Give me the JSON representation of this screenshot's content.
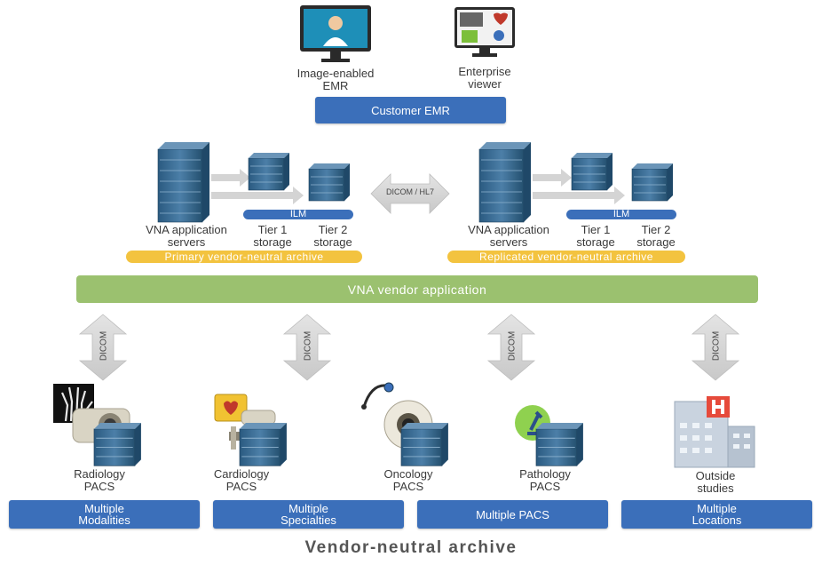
{
  "top": {
    "emr_label": "Image-enabled\nEMR",
    "viewer_label": "Enterprise\nviewer",
    "customer_bar": "Customer EMR"
  },
  "primary": {
    "servers_label": "VNA application\nservers",
    "ilm": "ILM",
    "tier1": "Tier 1\nstorage",
    "tier2": "Tier 2\nstorage",
    "banner": "Primary vendor-neutral archive"
  },
  "replicated": {
    "servers_label": "VNA application\nservers",
    "ilm": "ILM",
    "tier1": "Tier 1\nstorage",
    "tier2": "Tier 2\nstorage",
    "banner": "Replicated vendor-neutral archive"
  },
  "link_label": "DICOM / HL7",
  "vna_bar": "VNA vendor application",
  "dicom_label": "DICOM",
  "sources": [
    {
      "label": "Radiology\nPACS"
    },
    {
      "label": "Cardiology\nPACS"
    },
    {
      "label": "Oncology\nPACS"
    },
    {
      "label": "Pathology\nPACS"
    },
    {
      "label": "Outside\nstudies"
    }
  ],
  "bottom_bars": [
    "Multiple\nModalities",
    "Multiple\nSpecialties",
    "Multiple PACS",
    "Multiple\nLocations"
  ],
  "footer_title": "Vendor-neutral archive",
  "colors": {
    "blue": "#3b6fba",
    "green": "#9bc16f",
    "yellow": "#f3c33f",
    "server": "#2f5f86"
  }
}
